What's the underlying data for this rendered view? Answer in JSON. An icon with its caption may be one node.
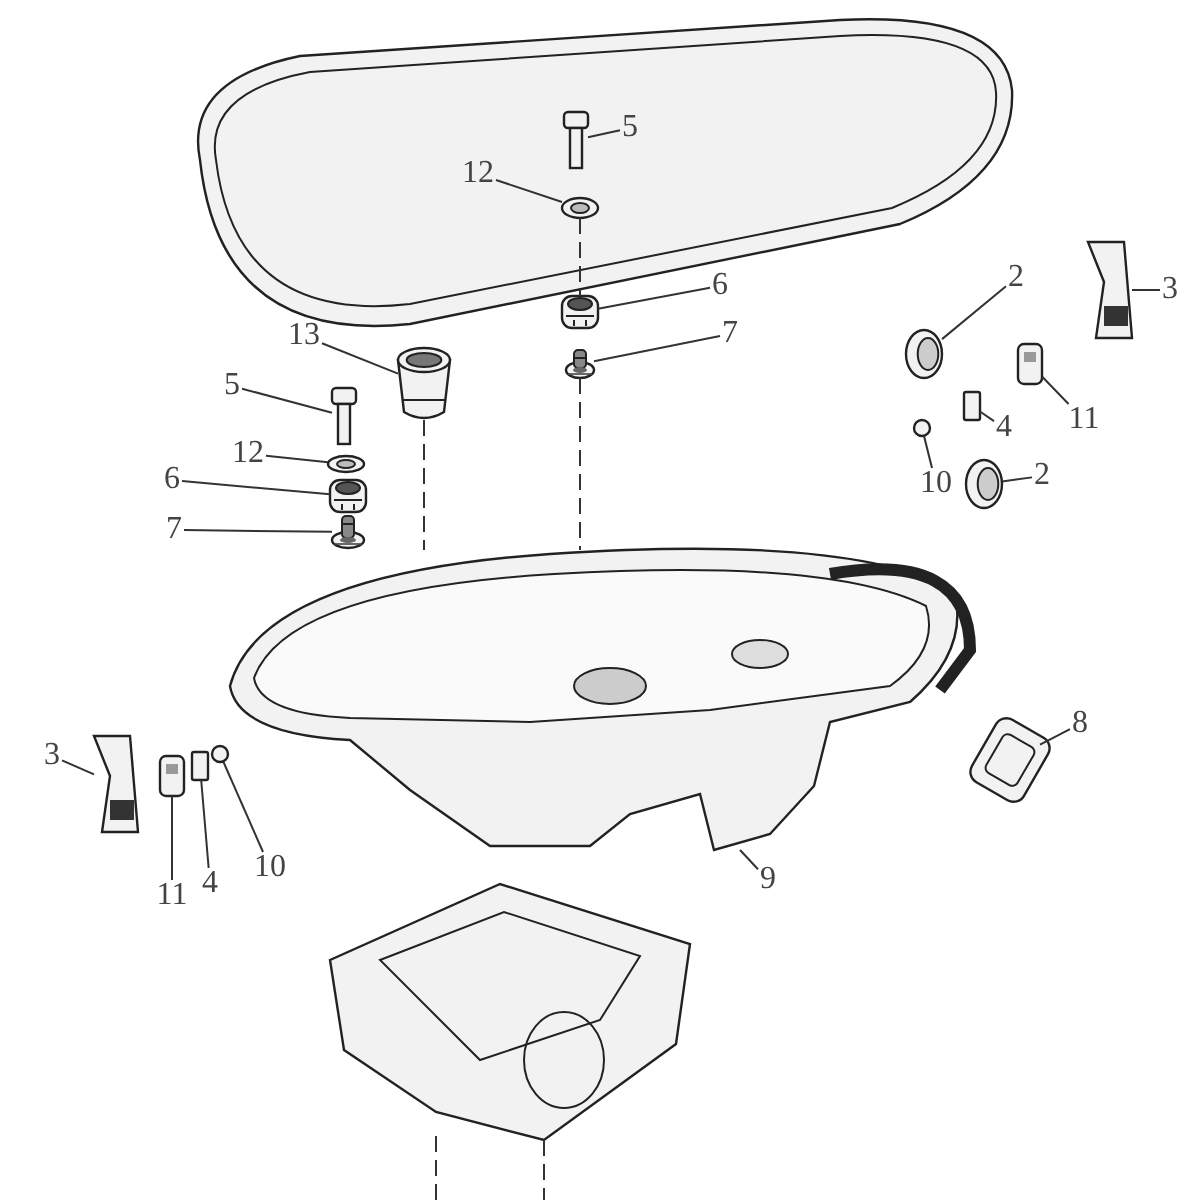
{
  "diagram": {
    "nodes": [
      {
        "text": [
          "5"
        ]
      },
      {
        "text": [
          "12"
        ]
      },
      {
        "text": [
          "2"
        ]
      },
      {
        "text": [
          "3"
        ]
      },
      {
        "text": [
          "6"
        ]
      },
      {
        "text": [
          "7"
        ]
      },
      {
        "text": [
          "13"
        ]
      },
      {
        "text": [
          "5"
        ]
      },
      {
        "text": [
          "4"
        ]
      },
      {
        "text": [
          "11"
        ]
      },
      {
        "text": [
          "12"
        ]
      },
      {
        "text": [
          "10"
        ]
      },
      {
        "text": [
          "2"
        ]
      },
      {
        "text": [
          "6"
        ]
      },
      {
        "text": [
          "7"
        ]
      },
      {
        "text": [
          "8"
        ]
      },
      {
        "text": [
          "3"
        ]
      },
      {
        "text": [
          "9"
        ]
      },
      {
        "text": [
          "11"
        ]
      },
      {
        "text": [
          "4"
        ]
      },
      {
        "text": [
          "10"
        ]
      },
      {
        "text": [],
        "shape": "picture"
      },
      {
        "text": [],
        "shape": "picture"
      },
      {
        "text": [],
        "shape": "picture"
      },
      {
        "text": [],
        "shape": "picture"
      },
      {
        "text": [],
        "shape": "picture"
      },
      {
        "text": [],
        "shape": "picture"
      },
      {
        "text": [],
        "shape": "picture"
      },
      {
        "text": [],
        "shape": "picture"
      },
      {
        "text": [],
        "shape": "box"
      },
      {
        "text": [],
        "shape": "picture"
      },
      {
        "text": [],
        "shape": "picture"
      },
      {
        "text": [],
        "shape": "circle"
      },
      {
        "text": [],
        "shape": "picture"
      },
      {
        "text": [],
        "shape": "picture"
      },
      {
        "text": [],
        "shape": "picture"
      },
      {
        "text": [],
        "shape": "picture"
      },
      {
        "text": [],
        "shape": "picture"
      },
      {
        "text": [],
        "shape": "picture"
      },
      {
        "text": [],
        "shape": "picture"
      },
      {
        "text": [],
        "shape": "box"
      },
      {
        "text": [],
        "shape": "circle"
      }
    ],
    "edges": [
      {
        "from": 0,
        "to": 21,
        "arrow": "none"
      },
      {
        "from": 1,
        "to": 22,
        "arrow": "none"
      },
      {
        "from": 2,
        "to": 23,
        "arrow": "none"
      },
      {
        "from": 3,
        "to": 24,
        "arrow": "none"
      },
      {
        "from": 4,
        "to": 25,
        "arrow": "none"
      },
      {
        "from": 5,
        "to": 26,
        "arrow": "none"
      },
      {
        "from": 6,
        "to": 27,
        "arrow": "none"
      },
      {
        "from": 7,
        "to": 28,
        "arrow": "none"
      },
      {
        "from": 8,
        "to": 29,
        "arrow": "none"
      },
      {
        "from": 9,
        "to": 30,
        "arrow": "none"
      },
      {
        "from": 10,
        "to": 31,
        "arrow": "none"
      },
      {
        "from": 11,
        "to": 32,
        "arrow": "none"
      },
      {
        "from": 12,
        "to": 33,
        "arrow": "none"
      },
      {
        "from": 13,
        "to": 34,
        "arrow": "none"
      },
      {
        "from": 14,
        "to": 35,
        "arrow": "none"
      },
      {
        "from": 15,
        "to": 36,
        "arrow": "none"
      },
      {
        "from": 16,
        "to": 37,
        "arrow": "none"
      },
      {
        "from": 17,
        "to": 38,
        "arrow": "none"
      },
      {
        "from": 18,
        "to": 39,
        "arrow": "none"
      },
      {
        "from": 19,
        "to": 40,
        "arrow": "none"
      },
      {
        "from": 20,
        "to": 41,
        "arrow": "none"
      },
      {
        "from": 22,
        "to": 25,
        "arrow": "none",
        "style": "dashed"
      },
      {
        "from": 26,
        "to": 38,
        "arrow": "none",
        "style": "dashed"
      },
      {
        "from": 27,
        "to": 38,
        "arrow": "none",
        "style": "dashed"
      }
    ]
  }
}
